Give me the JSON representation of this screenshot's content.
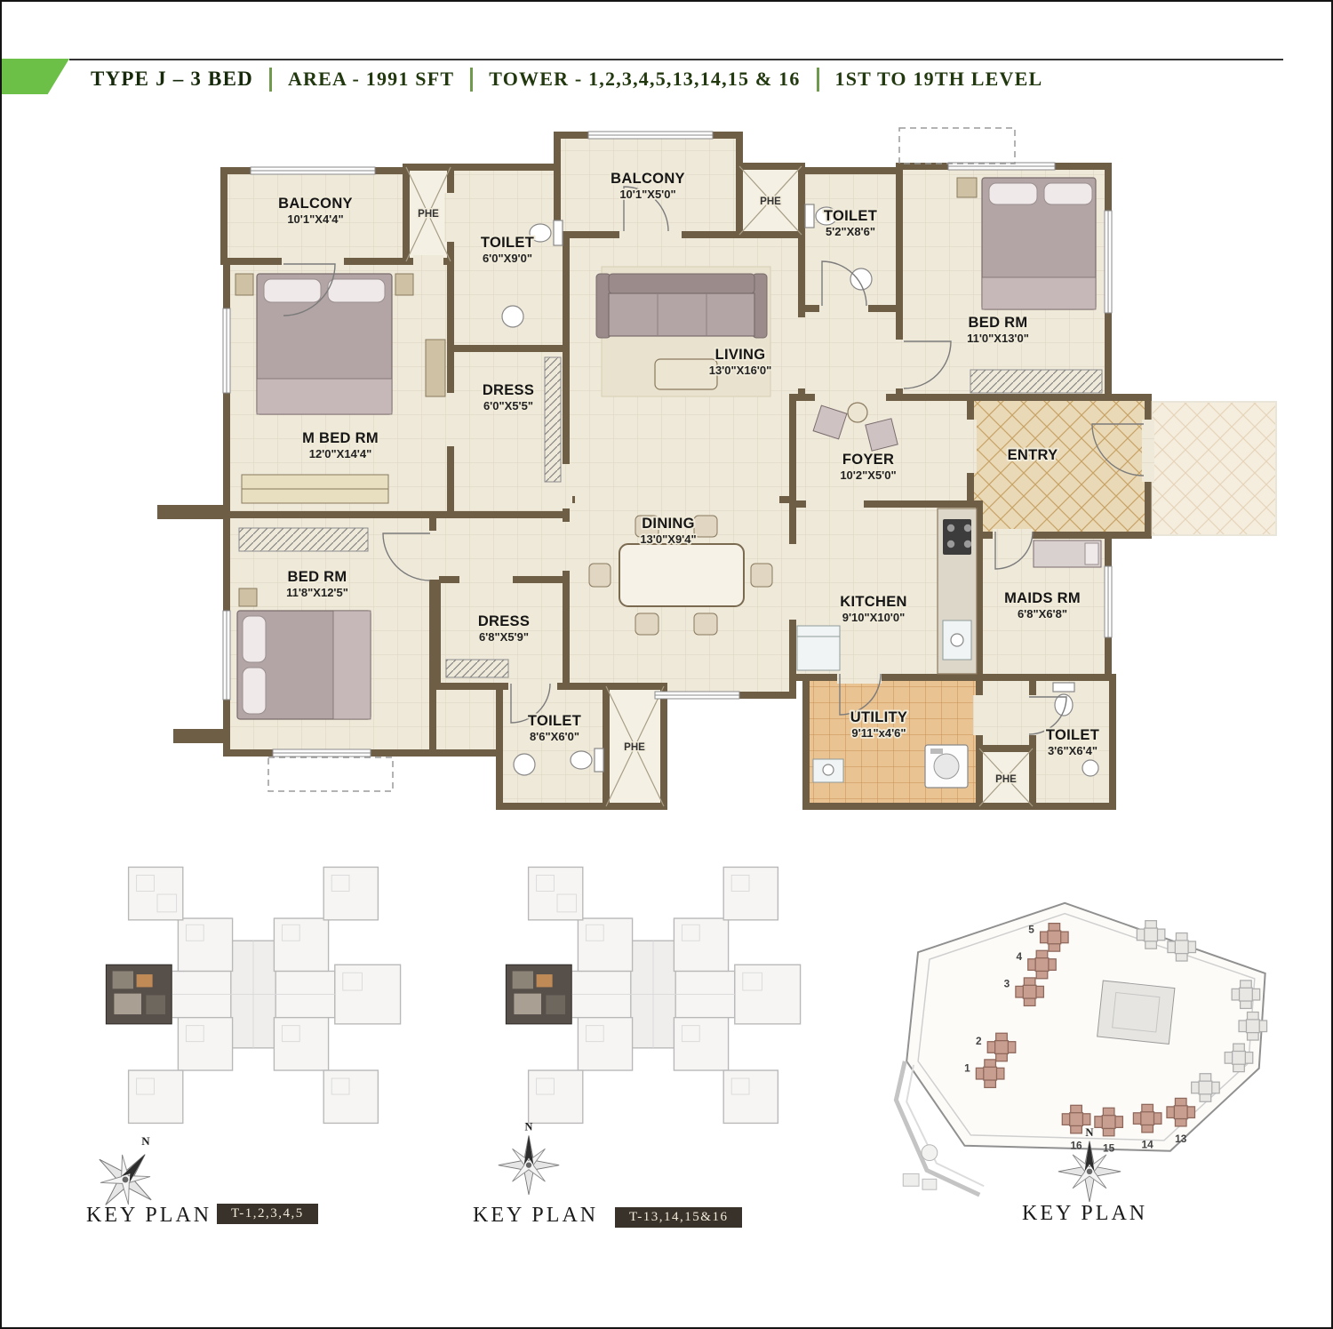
{
  "header": {
    "accent_color": "#6cbf47",
    "text_color": "#22380f",
    "items": [
      {
        "label": "TYPE J – 3 BED"
      },
      {
        "label": "AREA - 1991 SFT"
      },
      {
        "label": "TOWER - 1,2,3,4,5,13,14,15 & 16"
      },
      {
        "label": "1ST TO 19TH LEVEL"
      }
    ]
  },
  "floor_plan": {
    "wall_color": "#6f5e46",
    "floor_color": "#efe9da",
    "shaft_label": "PHE",
    "rooms": [
      {
        "id": "balcony-top-left",
        "name": "BALCONY",
        "size": "10'1\"X4'4\""
      },
      {
        "id": "toilet-top-left",
        "name": "TOILET",
        "size": "6'0\"X9'0\""
      },
      {
        "id": "master-bedroom",
        "name": "M BED RM",
        "size": "12'0\"X14'4\""
      },
      {
        "id": "dress-master",
        "name": "DRESS",
        "size": "6'0\"X5'5\""
      },
      {
        "id": "balcony-top-center",
        "name": "BALCONY",
        "size": "10'1\"X5'0\""
      },
      {
        "id": "toilet-top-right",
        "name": "TOILET",
        "size": "5'2\"X8'6\""
      },
      {
        "id": "bedroom-top-right",
        "name": "BED RM",
        "size": "11'0\"X13'0\""
      },
      {
        "id": "living",
        "name": "LIVING",
        "size": "13'0\"X16'0\""
      },
      {
        "id": "foyer",
        "name": "FOYER",
        "size": "10'2\"X5'0\""
      },
      {
        "id": "entry",
        "name": "ENTRY",
        "size": ""
      },
      {
        "id": "dining",
        "name": "DINING",
        "size": "13'0\"X9'4\""
      },
      {
        "id": "bedroom-bottom-left",
        "name": "BED RM",
        "size": "11'8\"X12'5\""
      },
      {
        "id": "dress-bottom",
        "name": "DRESS",
        "size": "6'8\"X5'9\""
      },
      {
        "id": "kitchen",
        "name": "KITCHEN",
        "size": "9'10\"X10'0\""
      },
      {
        "id": "maids-room",
        "name": "MAIDS RM",
        "size": "6'8\"X6'8\""
      },
      {
        "id": "toilet-bottom-center",
        "name": "TOILET",
        "size": "8'6\"X6'0\""
      },
      {
        "id": "utility",
        "name": "UTILITY",
        "size": "9'11\"x4'6\""
      },
      {
        "id": "toilet-bottom-right",
        "name": "TOILET",
        "size": "3'6\"X6'4\""
      }
    ]
  },
  "key_plans": [
    {
      "label": "KEY PLAN",
      "badge": "T-1,2,3,4,5",
      "compass": "N"
    },
    {
      "label": "KEY PLAN",
      "badge": "T-13,14,15&16",
      "compass": "N"
    },
    {
      "label": "KEY PLAN",
      "compass": "N",
      "tower_numbers": [
        "5",
        "4",
        "3",
        "2",
        "1",
        "16",
        "15",
        "14",
        "13"
      ]
    }
  ]
}
